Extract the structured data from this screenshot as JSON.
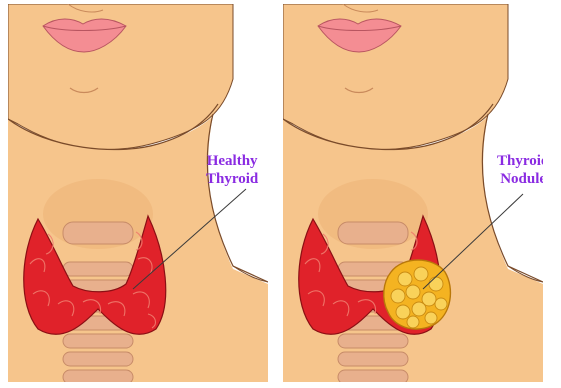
{
  "panels": [
    {
      "label_line1": "Healthy",
      "label_line2": "Thyroid"
    },
    {
      "label_line1": "Thyroid",
      "label_line2": "Nodule"
    }
  ],
  "colors": {
    "skin": "#f6c58c",
    "skin_shadow": "#e9a96b",
    "outline": "#7a4b2a",
    "background": "#ffffff",
    "lips": "#f48d93",
    "trachea": "#e8b08d",
    "thyroid": "#e0222a",
    "thyroid_light": "#f05a4a",
    "nodule": "#f4b321",
    "label": "#8a2be2"
  }
}
